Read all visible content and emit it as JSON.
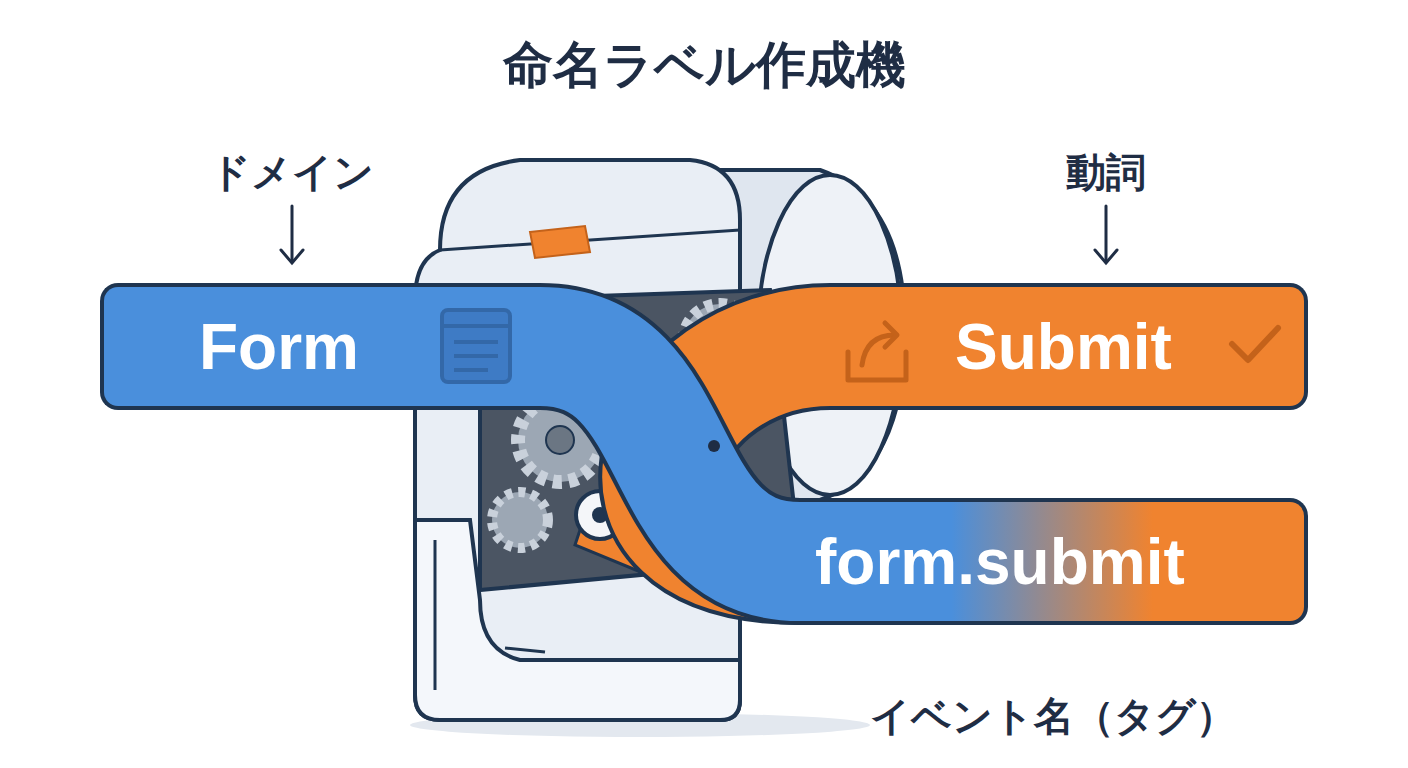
{
  "diagram": {
    "title": "命名ラベル作成機",
    "nodes": [
      {
        "text": [
          "Form"
        ]
      },
      {
        "text": [
          "Submit"
        ]
      },
      {
        "text": [
          "form.submit",
          "イベント名（タグ）"
        ]
      }
    ],
    "edges": [
      {
        "from": 1,
        "to": 2,
        "arrow": "none"
      },
      {
        "from": 0,
        "to": 2,
        "arrow": "none"
      }
    ],
    "labels": [
      "ドメイン",
      "動詞"
    ]
  }
}
